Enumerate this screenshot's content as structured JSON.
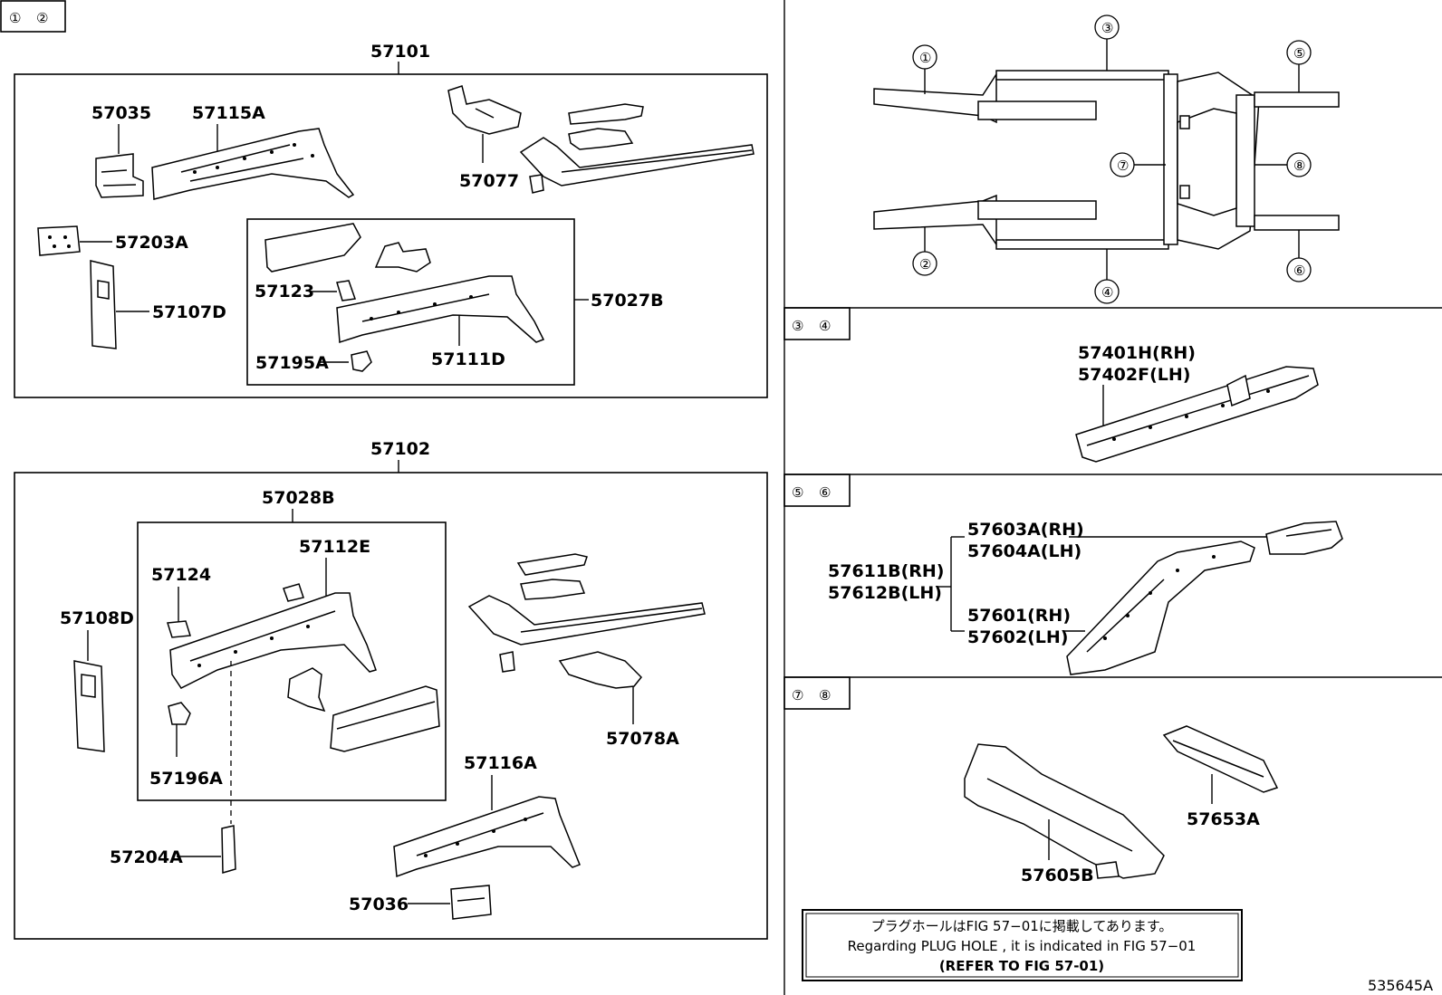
{
  "sections": {
    "s12": [
      "①",
      "②"
    ],
    "s34": [
      "③",
      "④"
    ],
    "s56": [
      "⑤",
      "⑥"
    ],
    "s78": [
      "⑦",
      "⑧"
    ]
  },
  "frame_callouts": [
    "①",
    "②",
    "③",
    "④",
    "⑤",
    "⑥",
    "⑦",
    "⑧"
  ],
  "labels": {
    "p57101": "57101",
    "p57035": "57035",
    "p57115A": "57115A",
    "p57077": "57077",
    "p57203A": "57203A",
    "p57107D": "57107D",
    "p57123": "57123",
    "p57195A": "57195A",
    "p57111D": "57111D",
    "p57027B": "57027B",
    "p57102": "57102",
    "p57028B": "57028B",
    "p57112E": "57112E",
    "p57124": "57124",
    "p57108D": "57108D",
    "p57196A": "57196A",
    "p57204A": "57204A",
    "p57078A": "57078A",
    "p57116A": "57116A",
    "p57036": "57036",
    "p57401H": "57401H(RH)",
    "p57402F": "57402F(LH)",
    "p57603A": "57603A(RH)",
    "p57604A": "57604A(LH)",
    "p57611B": "57611B(RH)",
    "p57612B": "57612B(LH)",
    "p57601": "57601(RH)",
    "p57602": "57602(LH)",
    "p57653A": "57653A",
    "p57605B": "57605B"
  },
  "note": {
    "line1": "プラグホールはFIG 57−01に掲載してあります。",
    "line2": "Regarding PLUG HOLE , it is indicated in FIG 57−01",
    "line3": "(REFER TO FIG 57-01)"
  },
  "figure_ref": "535645A"
}
